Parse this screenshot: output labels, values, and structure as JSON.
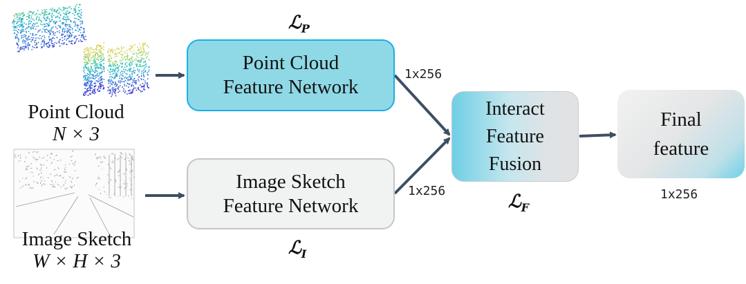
{
  "diagram": {
    "inputs": {
      "point_cloud": {
        "label": "Point Cloud",
        "shape": "N × 3",
        "thumbnail_icon": "point-cloud-scatter-thumbnail"
      },
      "image_sketch": {
        "label": "Image Sketch",
        "shape": "W × H × 3",
        "thumbnail_icon": "street-sketch-thumbnail"
      }
    },
    "nodes": {
      "point_cloud_network": {
        "line1": "Point Cloud",
        "line2": "Feature Network",
        "loss": "ℒ",
        "loss_sub": "P"
      },
      "image_sketch_network": {
        "line1": "Image Sketch",
        "line2": "Feature Network",
        "loss": "ℒ",
        "loss_sub": "I"
      },
      "fusion": {
        "line1": "Interact",
        "line2": "Feature",
        "line3": "Fusion",
        "loss": "ℒ",
        "loss_sub": "F"
      },
      "final": {
        "line1": "Final",
        "line2": "feature",
        "dim": "1x256"
      }
    },
    "edges": [
      {
        "from": "point_cloud_input",
        "to": "point_cloud_network",
        "label": ""
      },
      {
        "from": "image_sketch_input",
        "to": "image_sketch_network",
        "label": ""
      },
      {
        "from": "point_cloud_network",
        "to": "fusion",
        "label": "1x256"
      },
      {
        "from": "image_sketch_network",
        "to": "fusion",
        "label": "1x256"
      },
      {
        "from": "fusion",
        "to": "final",
        "label": ""
      }
    ],
    "colors": {
      "arrow": "#3e4e63",
      "point_cloud_box": "#8fd9e6",
      "point_cloud_border": "#1aaee6",
      "sketch_box": "#f1f2f2",
      "sketch_border": "#c4c6c6"
    }
  }
}
